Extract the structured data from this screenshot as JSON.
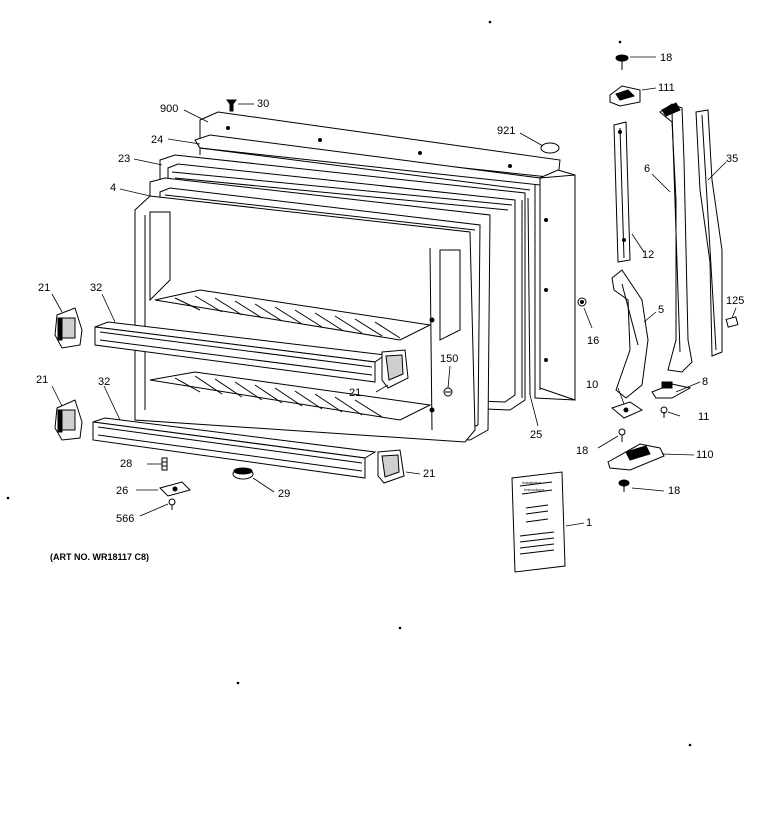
{
  "art_number": "(ART NO. WR18117 C8)",
  "callouts": {
    "p18_top": "18",
    "p111": "111",
    "p900": "900",
    "p30": "30",
    "p24": "24",
    "p921": "921",
    "p23": "23",
    "p6": "6",
    "p35": "35",
    "p4": "4",
    "p12": "12",
    "p21_a": "21",
    "p32_a": "32",
    "p125": "125",
    "p16": "16",
    "p5": "5",
    "p150": "150",
    "p21_b": "21",
    "p21_c": "21",
    "p32_b": "32",
    "p10": "10",
    "p8": "8",
    "p11": "11",
    "p25": "25",
    "p18_mid": "18",
    "p110": "110",
    "p28": "28",
    "p21_d": "21",
    "p18_bot": "18",
    "p26": "26",
    "p29": "29",
    "p1": "1",
    "p566": "566"
  },
  "manual_lines": [
    "Installation",
    "Instructions",
    "",
    "",
    ""
  ]
}
